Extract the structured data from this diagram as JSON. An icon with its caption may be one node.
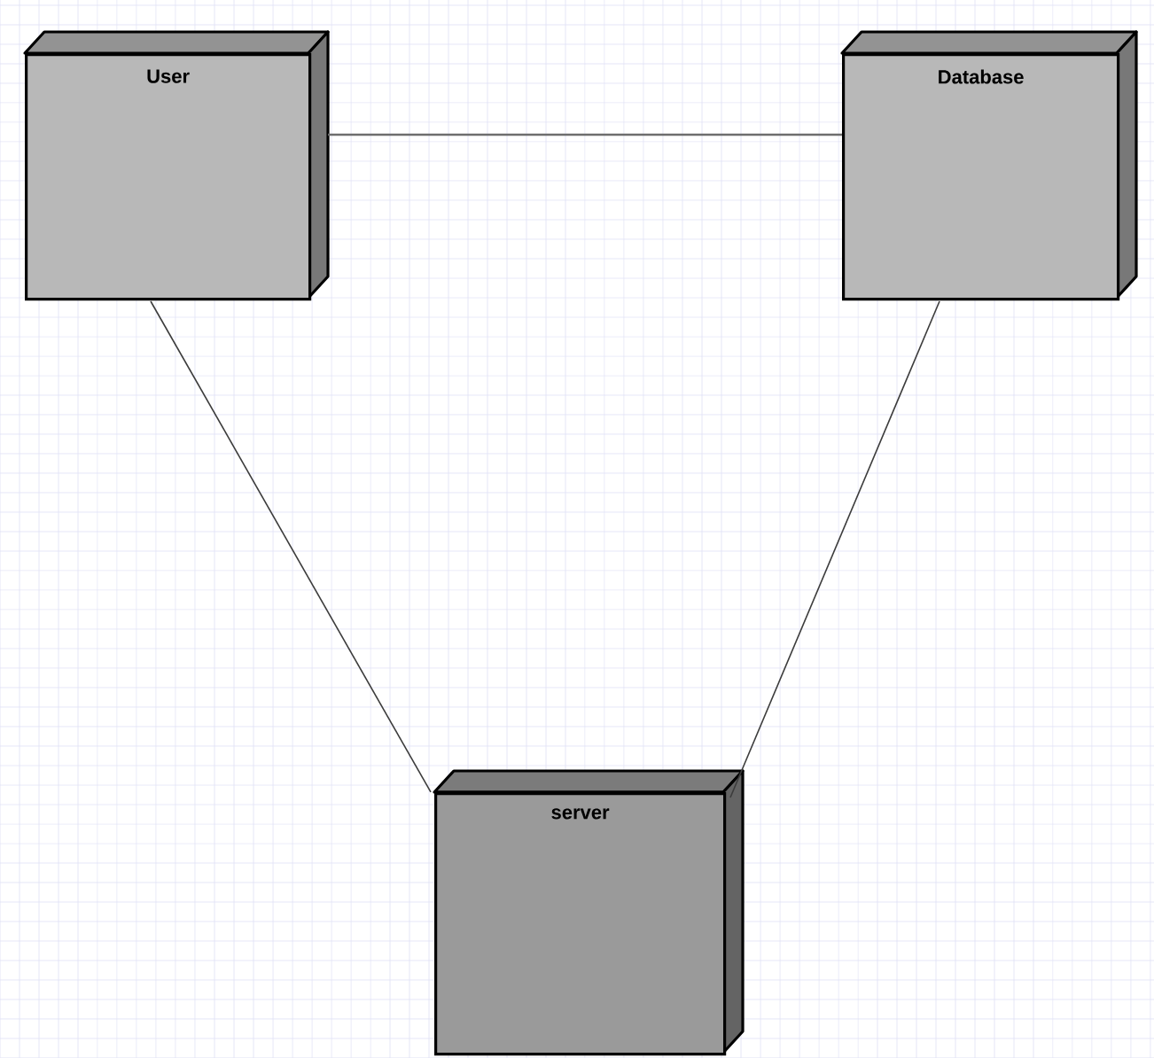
{
  "diagram": {
    "nodes": [
      {
        "text": [
          "User"
        ]
      },
      {
        "text": [
          "Database"
        ]
      },
      {
        "text": [
          "server"
        ]
      }
    ],
    "edges": [
      {
        "from": 0,
        "to": 1,
        "arrow": "none"
      },
      {
        "from": 0,
        "to": 2,
        "arrow": "none"
      },
      {
        "from": 1,
        "to": 2,
        "arrow": "none"
      }
    ]
  }
}
